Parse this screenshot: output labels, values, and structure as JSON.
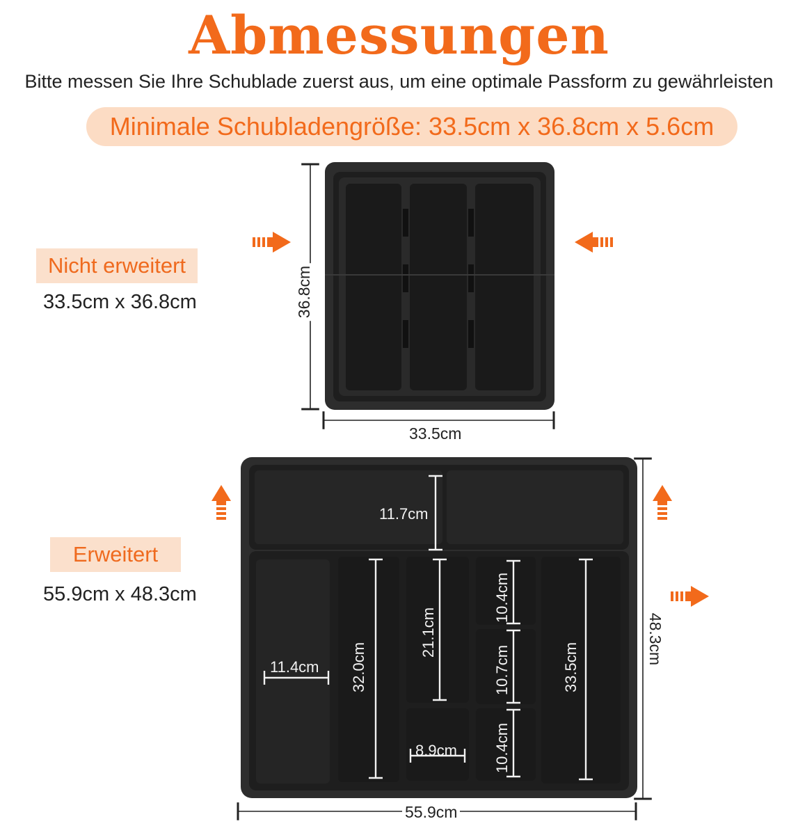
{
  "header": {
    "title": "Abmessungen",
    "subtitle": "Bitte messen Sie Ihre Schublade zuerst aus, um eine optimale Passform zu gewährleisten",
    "min_size": "Minimale Schubladengröße: 33.5cm x 36.8cm x 5.6cm"
  },
  "collapsed": {
    "label": "Nicht erweitert",
    "size": "33.5cm x 36.8cm",
    "height_label": "36.8cm",
    "width_label": "33.5cm"
  },
  "expanded": {
    "label": "Erweitert",
    "size": "55.9cm x 48.3cm",
    "height_label": "48.3cm",
    "width_label": "55.9cm",
    "compartments": {
      "top": "11.7cm",
      "left_width": "11.4cm",
      "long_left": "32.0cm",
      "middle": "21.1cm",
      "small_bottom": "8.9cm",
      "right_top": "10.4cm",
      "right_mid": "10.7cm",
      "right_bottom": "10.4cm",
      "long_right": "33.5cm"
    }
  },
  "colors": {
    "accent": "#f26a1b",
    "pill_bg": "#fcdcc4",
    "tray": "#2b2b2b",
    "tray_inner": "#1c1c1c"
  },
  "icons": [
    "arrow-right-icon",
    "arrow-left-icon",
    "arrow-up-icon"
  ]
}
